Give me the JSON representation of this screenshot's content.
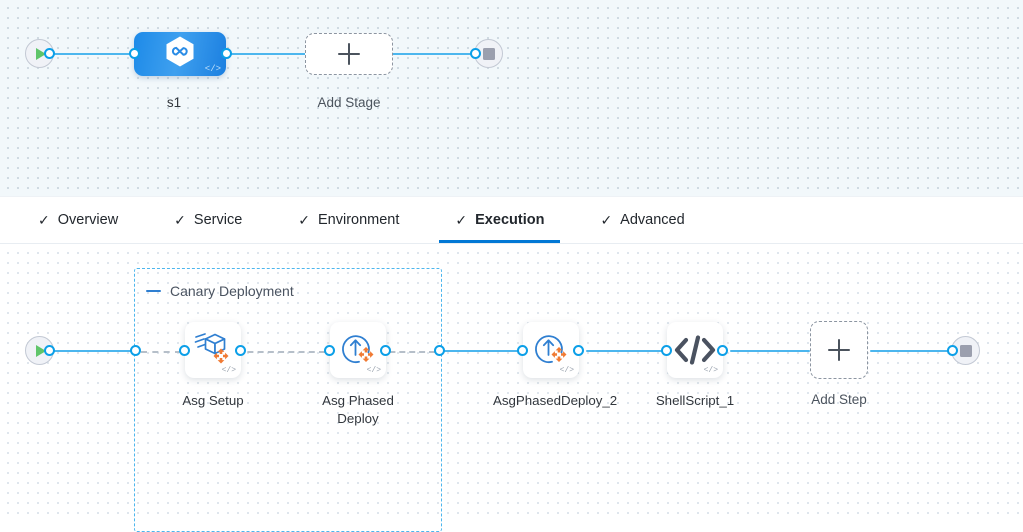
{
  "app": {
    "name": "pipeline-studio-canvas",
    "colors": {
      "accent_blue": "#0278d5",
      "edge_blue": "#4cb6ee",
      "port_blue": "#0b9fe8",
      "group_dashed_blue": "#4cb6ee",
      "stage_gradient_from": "#1d8ae8",
      "stage_gradient_to": "#1b7fe0",
      "icon_orange": "#f07a33",
      "icon_blue": "#2f7fd1",
      "start_green": "#5fc56a",
      "stop_gray": "#9b9fae",
      "canvas_top_bg": "#f2f8fb",
      "canvas_bottom_bg": "#ffffff"
    }
  },
  "stage_canvas": {
    "start_node": {
      "icon": "play-icon",
      "label": ""
    },
    "end_node": {
      "icon": "stop-icon",
      "label": ""
    },
    "stage": {
      "label": "s1",
      "icon": "harness-hexagon-icon",
      "code_badge": "</>"
    },
    "add_stage": {
      "label": "Add Stage",
      "icon": "plus-icon"
    }
  },
  "tabs": {
    "check_glyph": "✓",
    "items": [
      {
        "label": "Overview",
        "active": false
      },
      {
        "label": "Service",
        "active": false
      },
      {
        "label": "Environment",
        "active": false
      },
      {
        "label": "Execution",
        "active": true
      },
      {
        "label": "Advanced",
        "active": false
      }
    ]
  },
  "steps_canvas": {
    "start_node": {
      "icon": "play-icon"
    },
    "end_node": {
      "icon": "stop-icon"
    },
    "group": {
      "title": "Canary Deployment",
      "collapse_icon": "minus-icon"
    },
    "steps": [
      {
        "label": "Asg Setup",
        "icon": "asg-setup-icon",
        "code_badge": "</>",
        "in_group": true
      },
      {
        "label": "Asg Phased Deploy",
        "icon": "asg-phased-deploy-icon",
        "code_badge": "</>",
        "in_group": true
      },
      {
        "label": "AsgPhasedDeploy_2",
        "icon": "asg-phased-deploy-icon",
        "code_badge": "</>",
        "in_group": false
      },
      {
        "label": "ShellScript_1",
        "icon": "shell-script-icon",
        "code_badge": "</>",
        "in_group": false
      }
    ],
    "add_step": {
      "label": "Add Step",
      "icon": "plus-icon"
    }
  }
}
